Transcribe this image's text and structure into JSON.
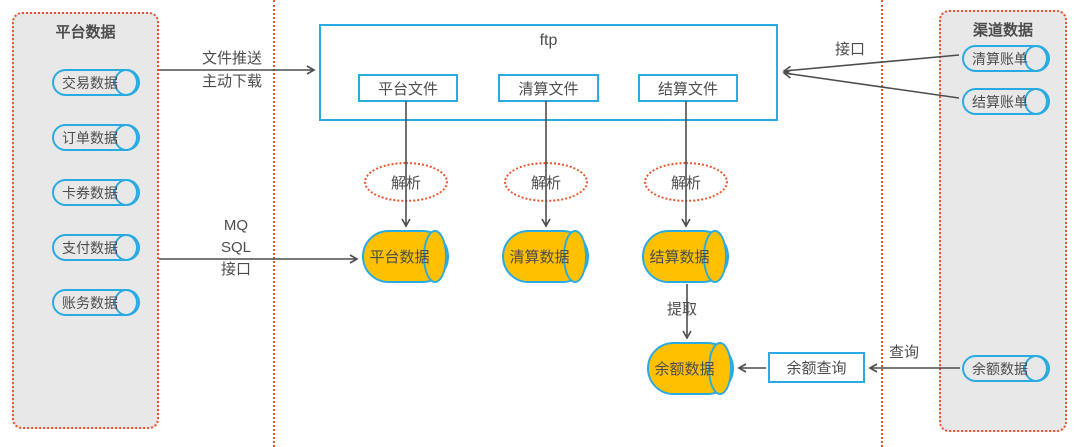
{
  "colors": {
    "accent_blue": "#29abe2",
    "fill_orange": "#ffc000",
    "dashed_red": "#e8542c",
    "text_gray": "#4d4d4d",
    "panel_gray": "#e8e8e8"
  },
  "left_panel": {
    "title": "平台数据",
    "items": [
      "交易数据",
      "订单数据",
      "卡券数据",
      "支付数据",
      "账务数据"
    ]
  },
  "right_panel": {
    "title": "渠道数据",
    "items": [
      "清算账单",
      "结算账单",
      "余额数据"
    ]
  },
  "ftp": {
    "title": "ftp",
    "files": [
      "平台文件",
      "清算文件",
      "结算文件"
    ]
  },
  "parse_labels": [
    "解析",
    "解析",
    "解析"
  ],
  "datastores": [
    "平台数据",
    "清算数据",
    "结算数据"
  ],
  "balance_store": "余额数据",
  "balance_query": "余额查询",
  "edges": {
    "file_push": "文件推送",
    "active_download": "主动下载",
    "mq": "MQ",
    "sql": "SQL",
    "interface_left": "接口",
    "interface_right": "接口",
    "extract": "提取",
    "query": "查询"
  }
}
